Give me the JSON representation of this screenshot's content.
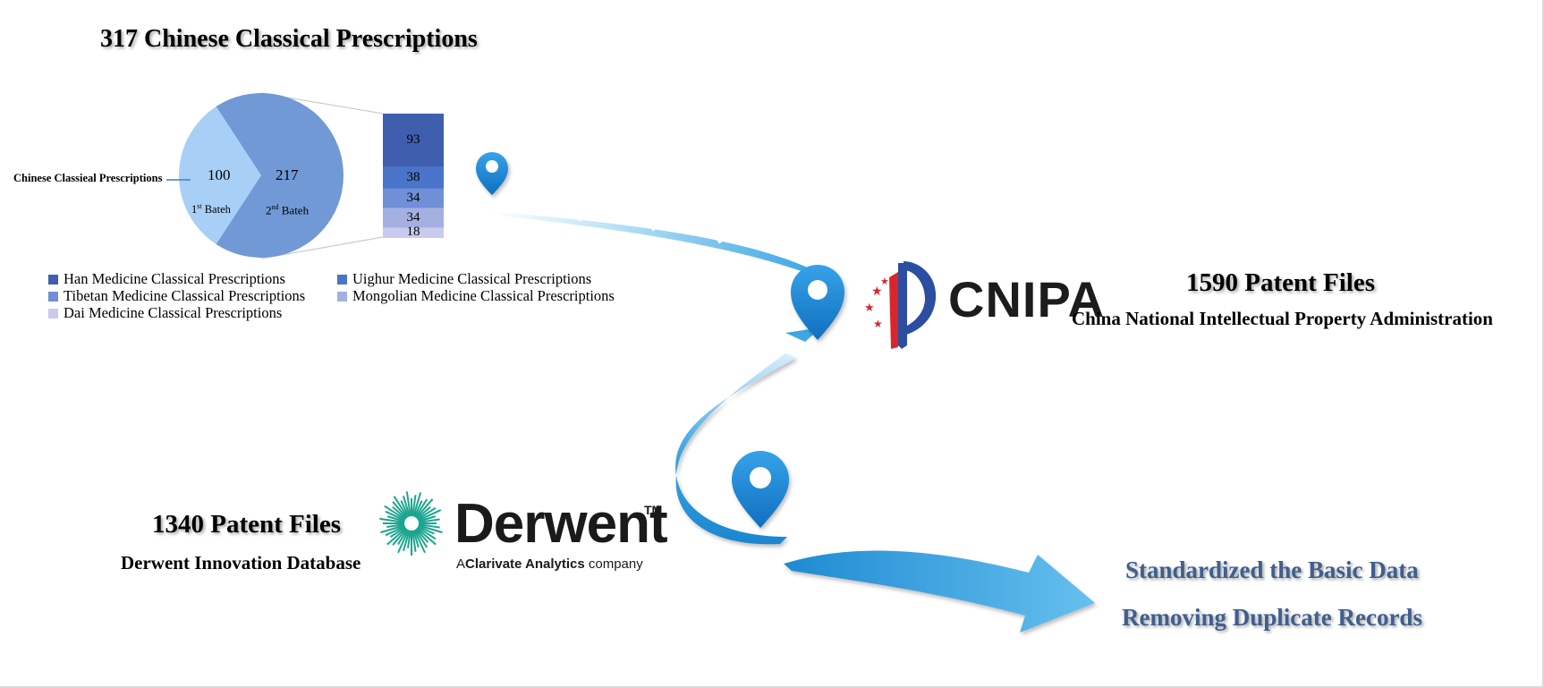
{
  "title": "317 Chinese Classical Prescriptions",
  "chart_data": {
    "type": "pie",
    "pie": {
      "slices": [
        {
          "value": 100,
          "label": "1st Bateh",
          "color": "#a8d0f6"
        },
        {
          "value": 217,
          "label": "2nd Bateh",
          "color": "#7099d6"
        }
      ],
      "side_label": "Chinese Classieal Prescriptions"
    },
    "breakdown": {
      "categories": [
        "Han Medicine Classical Prescriptions",
        "Uighur Medicine Classical Prescriptions",
        "Tibetan Medicine Classical Prescriptions",
        "Mongolian Medicine Classical Prescriptions",
        "Dai Medicine Classical Prescriptions"
      ],
      "values": [
        93,
        38,
        34,
        34,
        18
      ],
      "colors": [
        "#3f5fae",
        "#4a74c9",
        "#6f8fd6",
        "#a4b0e0",
        "#c8cbed"
      ]
    }
  },
  "cnipa": {
    "logo_text": "CNIPA",
    "count_title": "1590 Patent Files",
    "subtitle": "China National Intellectual Property Administration"
  },
  "derwent": {
    "logo_word": "Derwent",
    "logo_tm": "TM",
    "tagline_prefix": "A",
    "tagline_bold": "Clarivate Analytics",
    "tagline_suffix": "company",
    "count_title": "1340 Patent Files",
    "subtitle": "Derwent Innovation Database",
    "color": "#1aa58f"
  },
  "final": {
    "line1": "Standardized the Basic Data",
    "line2": "Removing Duplicate Records"
  },
  "colors": {
    "arrow_dark": "#1f8fd6",
    "arrow_light": "#8fd0f2",
    "cnipa_red": "#d9262c",
    "cnipa_blue": "#2b4ea1"
  },
  "icons": [
    "location-pin-icon",
    "cnipa-emblem-icon",
    "derwent-starburst-icon"
  ]
}
